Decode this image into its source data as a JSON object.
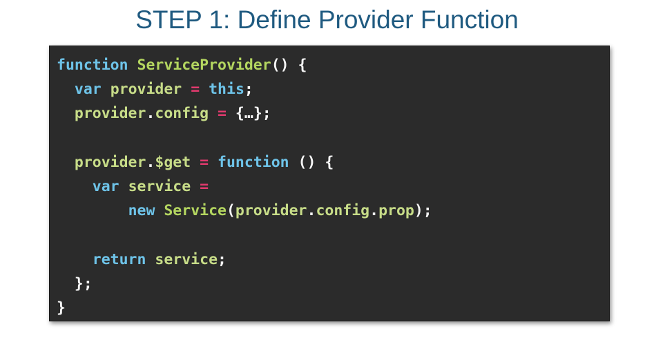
{
  "slide": {
    "title": "STEP 1: Define Provider Function"
  },
  "code": {
    "colors": {
      "keyword": "#6ec3e8",
      "function_name": "#b4d660",
      "identifier": "#c7dc88",
      "operator": "#e13a6e",
      "punctuation": "#f4f4f4",
      "background": "#2b2b2b",
      "title": "#1f5a80"
    },
    "lines": [
      [
        {
          "t": "function",
          "k": "kw"
        },
        {
          "t": " ",
          "k": "pn"
        },
        {
          "t": "ServiceProvider",
          "k": "fn"
        },
        {
          "t": "() {",
          "k": "pn"
        }
      ],
      [
        {
          "t": "  ",
          "k": "pn"
        },
        {
          "t": "var",
          "k": "kw"
        },
        {
          "t": " ",
          "k": "pn"
        },
        {
          "t": "provider",
          "k": "id"
        },
        {
          "t": " ",
          "k": "pn"
        },
        {
          "t": "=",
          "k": "op"
        },
        {
          "t": " ",
          "k": "pn"
        },
        {
          "t": "this",
          "k": "kw"
        },
        {
          "t": ";",
          "k": "pn"
        }
      ],
      [
        {
          "t": "  ",
          "k": "pn"
        },
        {
          "t": "provider",
          "k": "id"
        },
        {
          "t": ".",
          "k": "pn"
        },
        {
          "t": "config",
          "k": "id"
        },
        {
          "t": " ",
          "k": "pn"
        },
        {
          "t": "=",
          "k": "op"
        },
        {
          "t": " {…};",
          "k": "pn"
        }
      ],
      [],
      [
        {
          "t": "  ",
          "k": "pn"
        },
        {
          "t": "provider",
          "k": "id"
        },
        {
          "t": ".",
          "k": "pn"
        },
        {
          "t": "$get",
          "k": "id"
        },
        {
          "t": " ",
          "k": "pn"
        },
        {
          "t": "=",
          "k": "op"
        },
        {
          "t": " ",
          "k": "pn"
        },
        {
          "t": "function",
          "k": "kw"
        },
        {
          "t": " () {",
          "k": "pn"
        }
      ],
      [
        {
          "t": "    ",
          "k": "pn"
        },
        {
          "t": "var",
          "k": "kw"
        },
        {
          "t": " ",
          "k": "pn"
        },
        {
          "t": "service",
          "k": "id"
        },
        {
          "t": " ",
          "k": "pn"
        },
        {
          "t": "=",
          "k": "op"
        }
      ],
      [
        {
          "t": "        ",
          "k": "pn"
        },
        {
          "t": "new",
          "k": "kw"
        },
        {
          "t": " ",
          "k": "pn"
        },
        {
          "t": "Service",
          "k": "fn"
        },
        {
          "t": "(",
          "k": "pn"
        },
        {
          "t": "provider",
          "k": "id"
        },
        {
          "t": ".",
          "k": "pn"
        },
        {
          "t": "config",
          "k": "id"
        },
        {
          "t": ".",
          "k": "pn"
        },
        {
          "t": "prop",
          "k": "id"
        },
        {
          "t": ");",
          "k": "pn"
        }
      ],
      [],
      [
        {
          "t": "    ",
          "k": "pn"
        },
        {
          "t": "return",
          "k": "kw"
        },
        {
          "t": " ",
          "k": "pn"
        },
        {
          "t": "service",
          "k": "id"
        },
        {
          "t": ";",
          "k": "pn"
        }
      ],
      [
        {
          "t": "  };",
          "k": "pn"
        }
      ],
      [
        {
          "t": "}",
          "k": "pn"
        }
      ]
    ]
  }
}
